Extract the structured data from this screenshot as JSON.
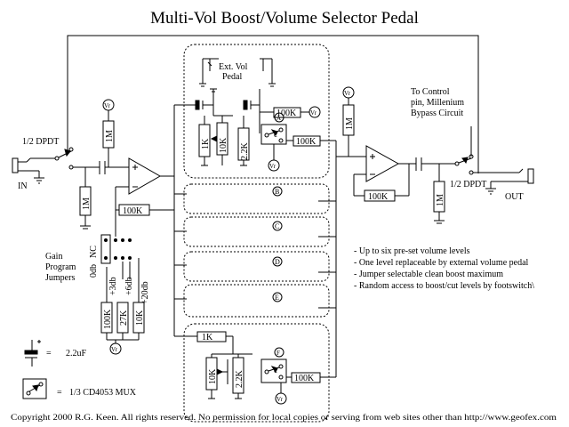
{
  "title": "Multi-Vol Boost/Volume Selector Pedal",
  "labels": {
    "in": "IN",
    "out": "OUT",
    "dpdt_left": "1/2 DPDT",
    "dpdt_right": "1/2 DPDT",
    "ext_vol_line1": "Ext. Vol",
    "ext_vol_line2": "Pedal",
    "control_line1": "To Control",
    "control_line2": "pin, Millenium",
    "control_line3": "Bypass Circuit",
    "gain_line1": "Gain",
    "gain_line2": "Program",
    "gain_line3": "Jumpers",
    "jumper_0db": "0db",
    "jumper_nc": "NC",
    "jumper_3db": "+3db",
    "jumper_6db": "+6db",
    "jumper_20db": "+20db",
    "vr": "Vr",
    "c": "c",
    "ch_a": "A",
    "ch_b": "B",
    "ch_c": "C",
    "ch_d": "D",
    "ch_e": "E",
    "ch_f": "F"
  },
  "components": {
    "r_1m_a": "1M",
    "r_1m_b": "1M",
    "r_1m_c": "1M",
    "r_1m_d": "1M",
    "r_100k_fb": "100K",
    "r_100k_a_top": "100K",
    "r_100k_a_out": "100K",
    "r_100k_out_fb": "100K",
    "r_100k_f_out": "100K",
    "r_1k_a": "1K",
    "r_10k_a": "10K",
    "r_22k_a": "2.2K",
    "r_1k_f": "1K",
    "r_10k_f": "10K",
    "r_22k_f": "2.2K",
    "r_100k_gain": "100K",
    "r_27k_gain": "27K",
    "r_10k_gain": "10K"
  },
  "notes": [
    "- Up to six pre-set volume levels",
    "- One level replaceable by external volume pedal",
    "- Jumper selectable clean boost maximum",
    "- Random access to boost/cut levels by footswitch\\"
  ],
  "legend": {
    "cap_value": "2.2uF",
    "cap_eq": "=",
    "mux_eq": "=",
    "mux_label": "1/3 CD4053 MUX"
  },
  "copyright": "Copyright 2000 R.G. Keen. All rights reserved.  No permission for local copies or serving from web sites other than http://www.geofex.com"
}
